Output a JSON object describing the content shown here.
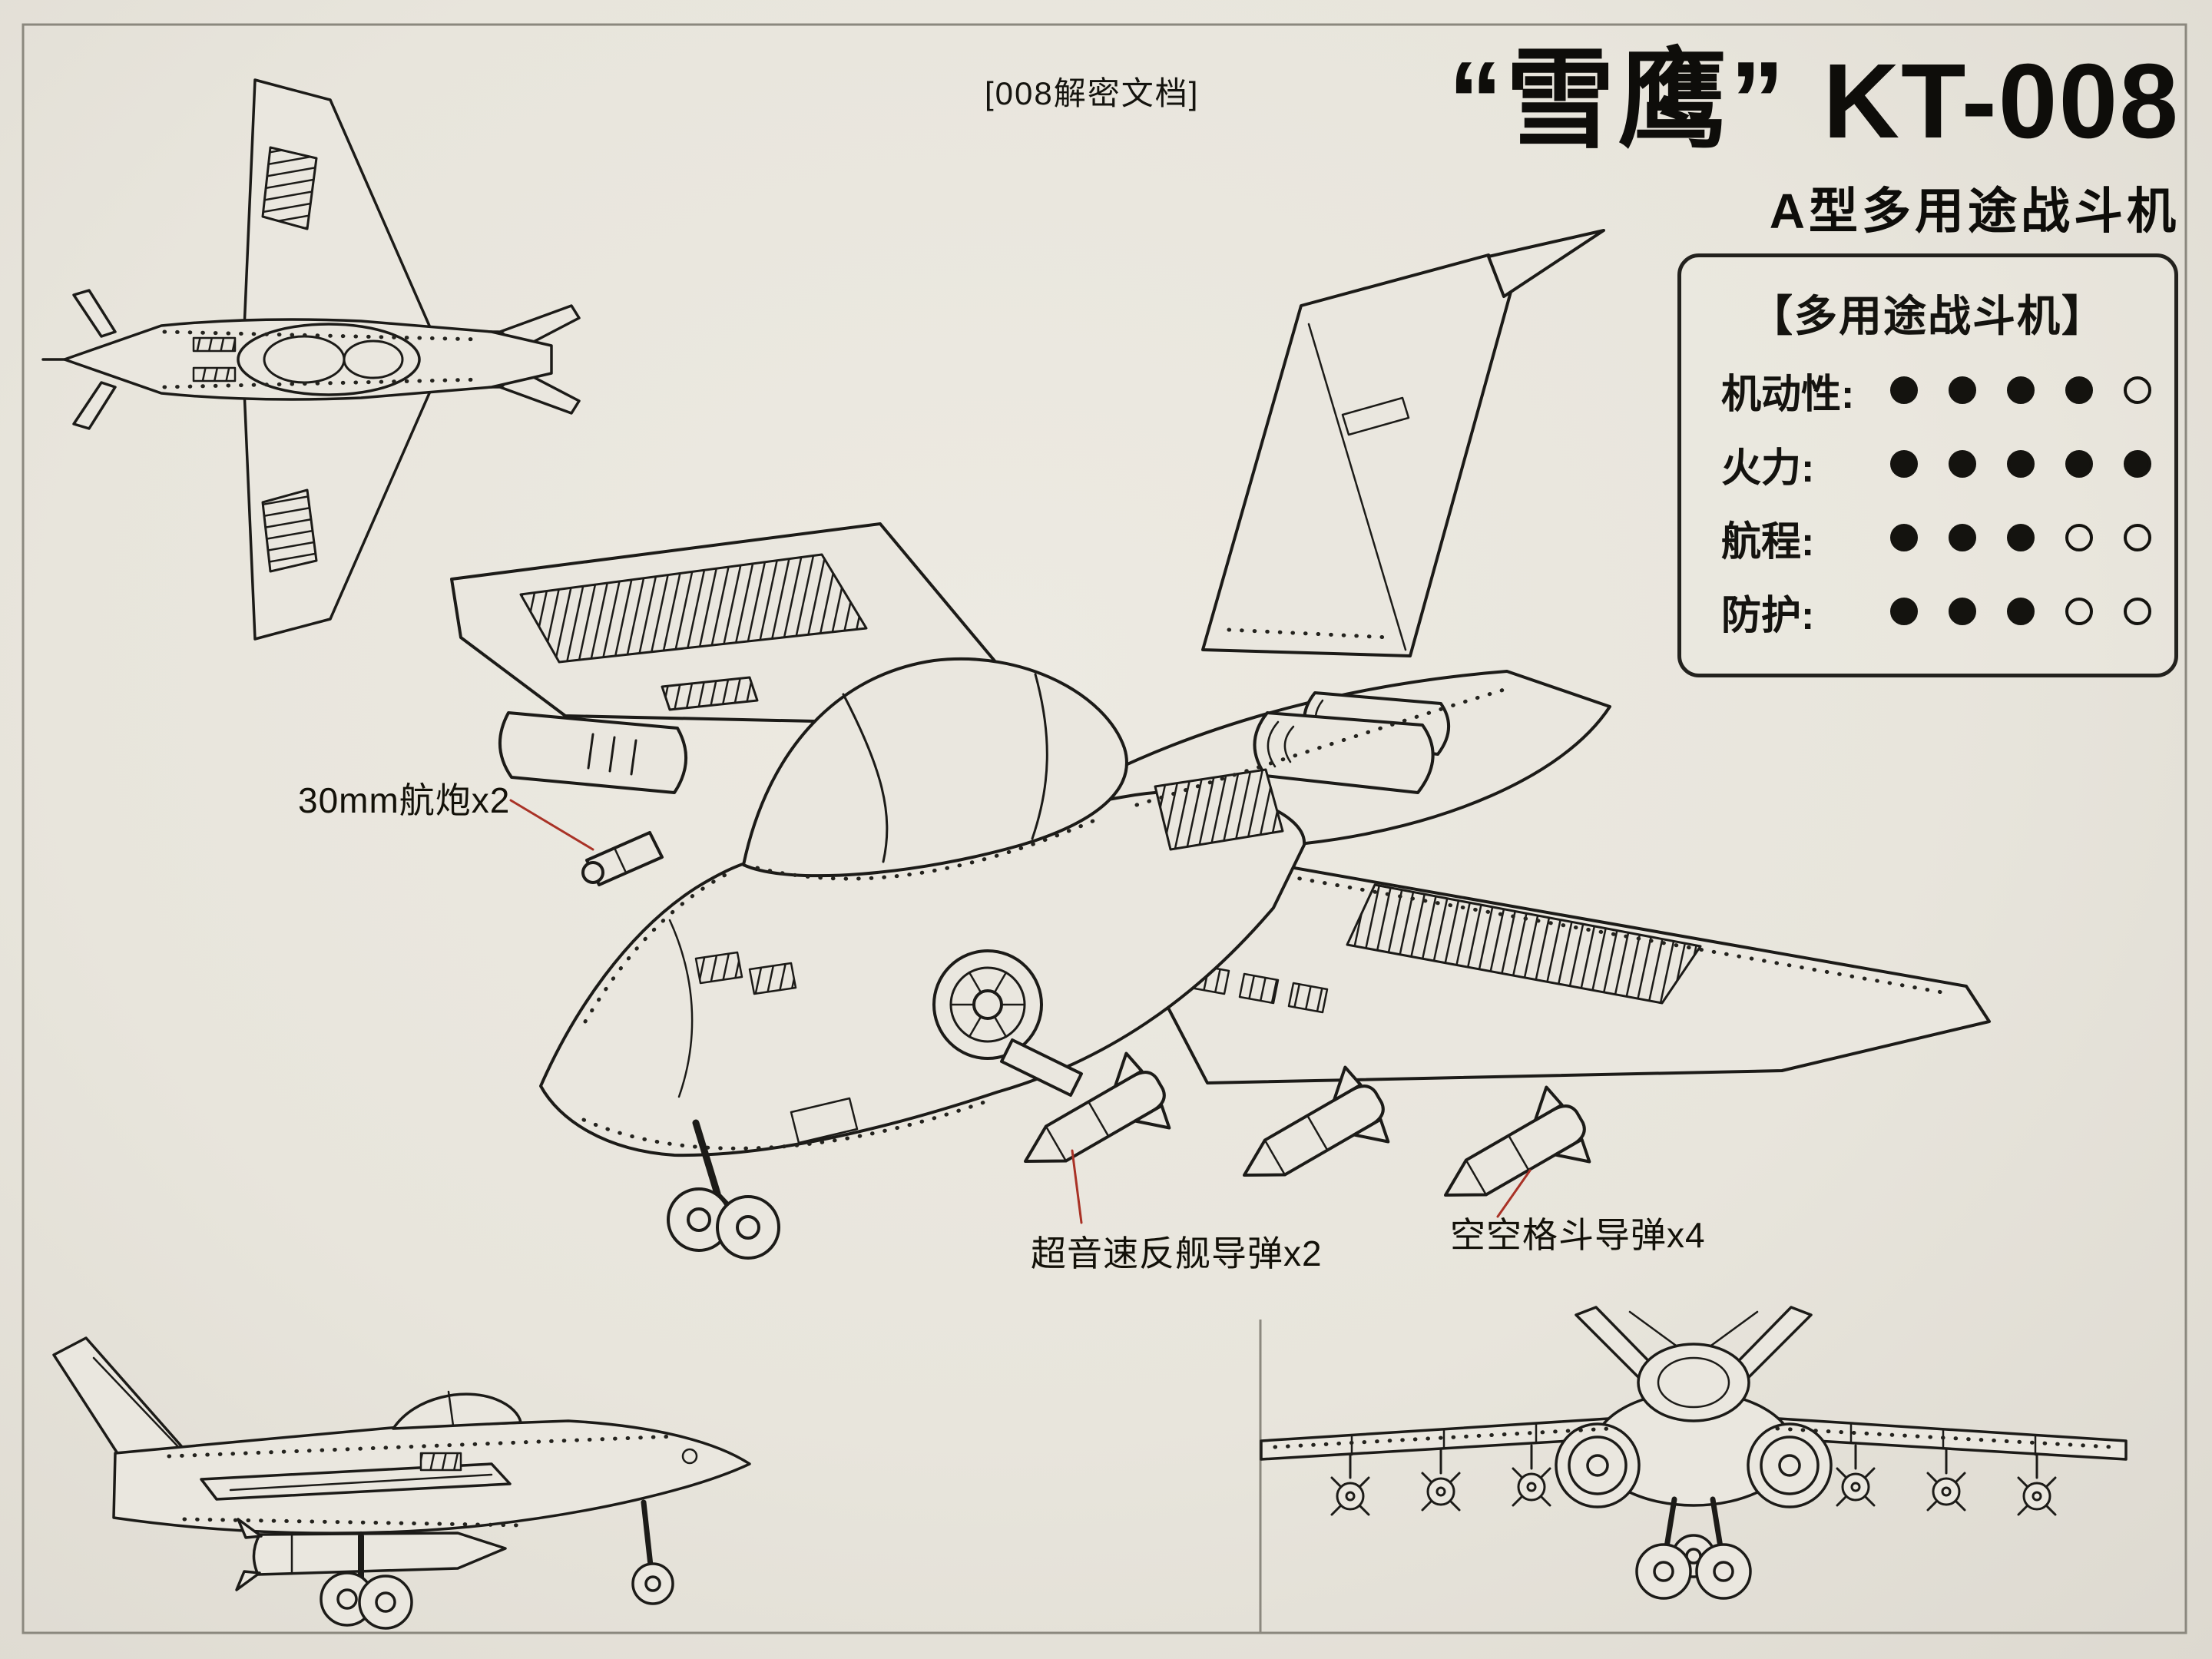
{
  "header": {
    "doc_tag": "[008解密文档]",
    "title_cn": "“雪鹰”",
    "title_code": "KT-008",
    "subtitle": "A型多用途战斗机"
  },
  "spec_panel": {
    "title": "【多用途战斗机】",
    "stats": [
      {
        "key": "maneuverability",
        "label": "机动性:",
        "value": 4,
        "total": 5
      },
      {
        "key": "firepower",
        "label": "火力:",
        "value": 5,
        "total": 5
      },
      {
        "key": "range",
        "label": "航程:",
        "value": 3,
        "total": 5
      },
      {
        "key": "protection",
        "label": "防护:",
        "value": 3,
        "total": 5
      }
    ]
  },
  "annotations": {
    "cannon": "30mm航炮x2",
    "antiship_missile": "超音速反舰导弹x2",
    "air_to_air_missile": "空空格斗导弹x4"
  },
  "colors": {
    "paper": "#eae7df",
    "ink": "#1c1b18",
    "leader_line": "#a93226",
    "frame": "#8b887e"
  }
}
